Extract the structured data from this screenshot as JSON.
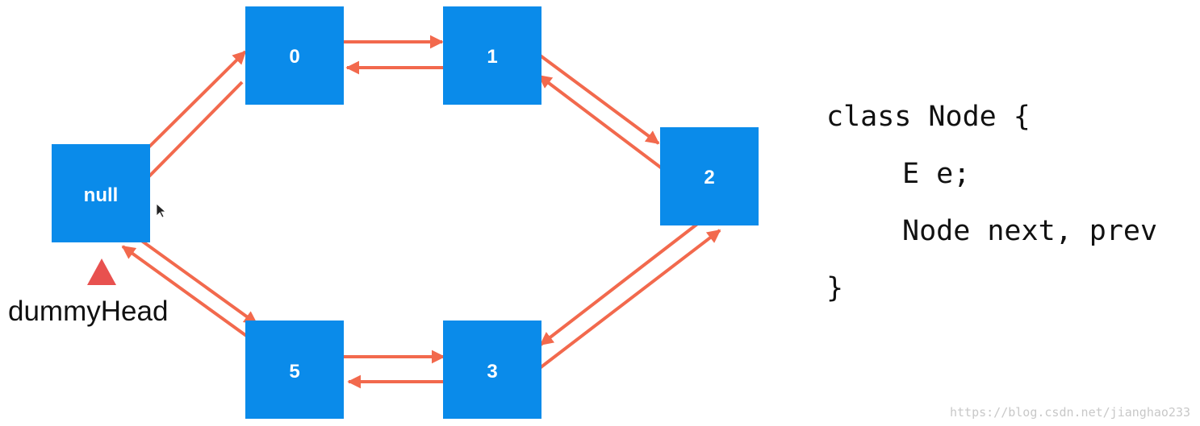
{
  "diagram": {
    "nodes": [
      {
        "id": "null",
        "label": "null"
      },
      {
        "id": "0",
        "label": "0"
      },
      {
        "id": "1",
        "label": "1"
      },
      {
        "id": "2",
        "label": "2"
      },
      {
        "id": "3",
        "label": "3"
      },
      {
        "id": "5",
        "label": "5"
      }
    ],
    "edges": [
      {
        "from": "null",
        "to": "0"
      },
      {
        "from": "0",
        "to": "null"
      },
      {
        "from": "0",
        "to": "1"
      },
      {
        "from": "1",
        "to": "0"
      },
      {
        "from": "1",
        "to": "2"
      },
      {
        "from": "2",
        "to": "1"
      },
      {
        "from": "2",
        "to": "3"
      },
      {
        "from": "3",
        "to": "2"
      },
      {
        "from": "3",
        "to": "5"
      },
      {
        "from": "5",
        "to": "3"
      },
      {
        "from": "5",
        "to": "null"
      },
      {
        "from": "null",
        "to": "5"
      }
    ],
    "head_label": "dummyHead"
  },
  "code": {
    "line1": "class Node {",
    "line2": "E e;",
    "line3": "Node next, prev",
    "line4": "}"
  },
  "watermark": "https://blog.csdn.net/jianghao233",
  "colors": {
    "node_fill": "#0a8bea",
    "arrow": "#f2694d",
    "head_marker": "#e8514f"
  }
}
